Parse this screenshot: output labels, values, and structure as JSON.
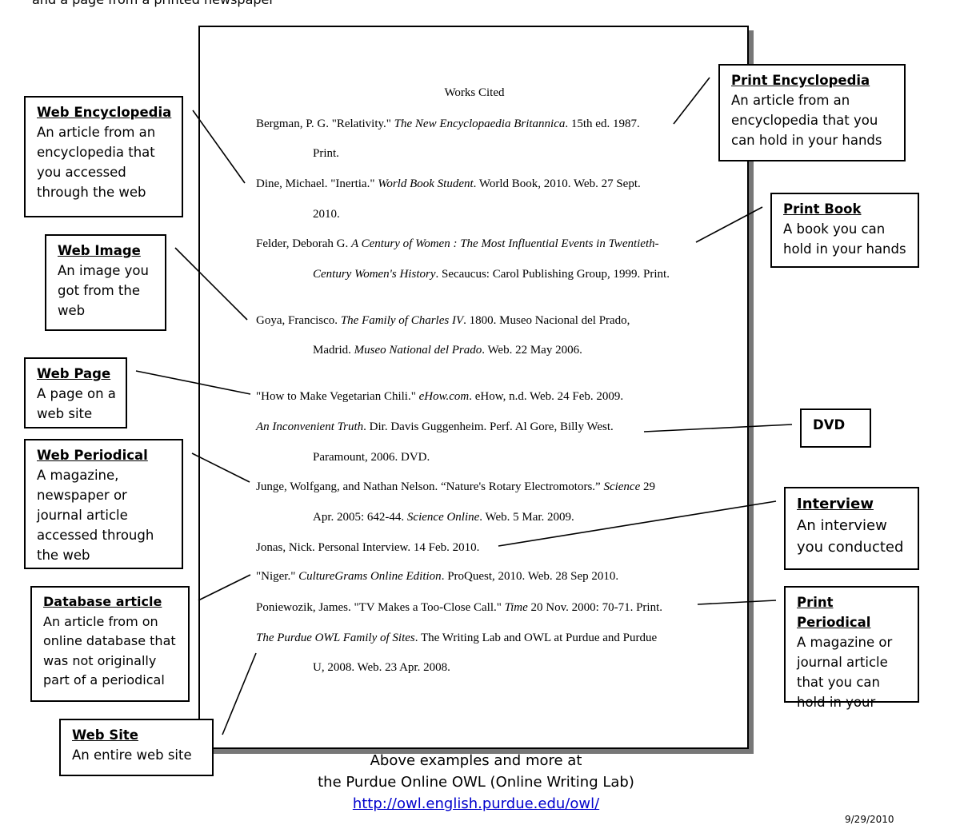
{
  "header_fragment": "and a page from a printed newspaper",
  "works_cited": {
    "title": "Works Cited",
    "entries": [
      [
        "Bergman, P. G. \"Relativity.\" ",
        "The New Encyclopaedia Britannica",
        ". 15th ed. 1987."
      ],
      [
        "Print."
      ],
      [
        "Dine, Michael. \"Inertia.\" ",
        "World Book Student",
        ". World Book, 2010. Web. 27 Sept."
      ],
      [
        "2010."
      ],
      [
        "Felder, Deborah G. ",
        "A Century of Women : The Most Influential Events in Twentieth-"
      ],
      [
        "",
        "Century Women's History",
        ". Secaucus: Carol Publishing Group, 1999. Print."
      ],
      [
        "Goya, Francisco. ",
        "The Family of Charles IV",
        ". 1800. Museo Nacional del Prado,"
      ],
      [
        "Madrid. ",
        "Museo National del Prado",
        ". Web. 22 May 2006."
      ],
      [
        "\"How to Make Vegetarian Chili.\" ",
        "eHow.com",
        ". eHow, n.d. Web. 24 Feb. 2009."
      ],
      [
        "",
        "An Inconvenient Truth",
        ". Dir. Davis Guggenheim. Perf. Al Gore, Billy West."
      ],
      [
        "Paramount, 2006. DVD."
      ],
      [
        "Junge, Wolfgang, and Nathan Nelson. “Nature's Rotary Electromotors.” ",
        "Science",
        " 29"
      ],
      [
        "Apr. 2005: 642-44. ",
        "Science Online",
        ". Web. 5 Mar. 2009."
      ],
      [
        "Jonas, Nick. Personal Interview. 14 Feb. 2010."
      ],
      [
        "\"Niger.\" ",
        "CultureGrams Online Edition",
        ". ProQuest, 2010. Web. 28 Sep 2010."
      ],
      [
        "Poniewozik, James. \"TV Makes a Too-Close Call.\" ",
        "Time",
        " 20 Nov. 2000: 70-71. Print."
      ],
      [
        "",
        "The Purdue OWL Family of Sites",
        ". The Writing Lab and OWL at Purdue and Purdue"
      ],
      [
        "U, 2008. Web. 23 Apr. 2008."
      ]
    ]
  },
  "callouts": {
    "web_encyclopedia": {
      "title": "Web Encyclopedia",
      "description": "An article from an encyclopedia that you accessed through the web"
    },
    "web_image": {
      "title": "Web Image",
      "description": "An image you got from the web"
    },
    "web_page": {
      "title": "Web Page",
      "description": "A page on a web site"
    },
    "web_periodical": {
      "title": "Web Periodical",
      "description": "A magazine, newspaper or journal article accessed through the web"
    },
    "database_article": {
      "title": "Database article",
      "description": "An article from on online database that was not originally part of a periodical"
    },
    "web_site": {
      "title": "Web Site",
      "description": "An entire web site"
    },
    "print_encyclopedia": {
      "title": "Print Encyclopedia",
      "description": "An article from an encyclopedia that you can hold in your hands"
    },
    "print_book": {
      "title": "Print Book",
      "description": "A book you can hold in your hands"
    },
    "dvd": {
      "title": "DVD"
    },
    "interview": {
      "title": "Interview",
      "description": "An interview you conducted"
    },
    "print_periodical": {
      "title": "Print Periodical",
      "description": "A magazine or journal article that you can hold in your"
    }
  },
  "footer": {
    "line1": "Above examples and more at",
    "line2": "the Purdue Online OWL (Online Writing Lab)",
    "link": "http://owl.english.purdue.edu/owl/"
  },
  "date_fragment": "9/29/2010"
}
